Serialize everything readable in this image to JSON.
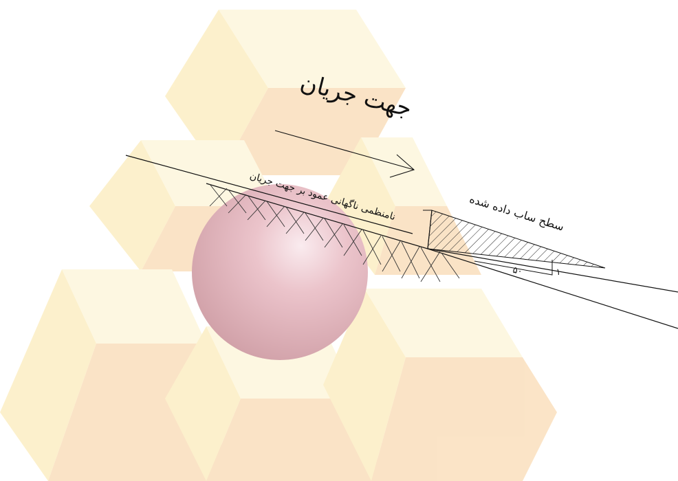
{
  "diagram": {
    "flow_direction_label": "جهت جریان",
    "perpendicular_irregularity_label": "نامنظمی ناگهانی عمود بر جهت جریان",
    "shaded_surface_label": "سطح ساب داده شده",
    "slope_run_label": "۵۰",
    "slope_rise_label": "۱"
  },
  "watermark": {
    "description": "faded logo: stacked yellow cubes with a red sphere",
    "colors": {
      "cube_top": "#fdf1c4",
      "cube_left": "#fbe39a",
      "cube_right": "#f7c98f",
      "sphere": "#b24a5a"
    }
  },
  "colors": {
    "ink": "#111111"
  }
}
